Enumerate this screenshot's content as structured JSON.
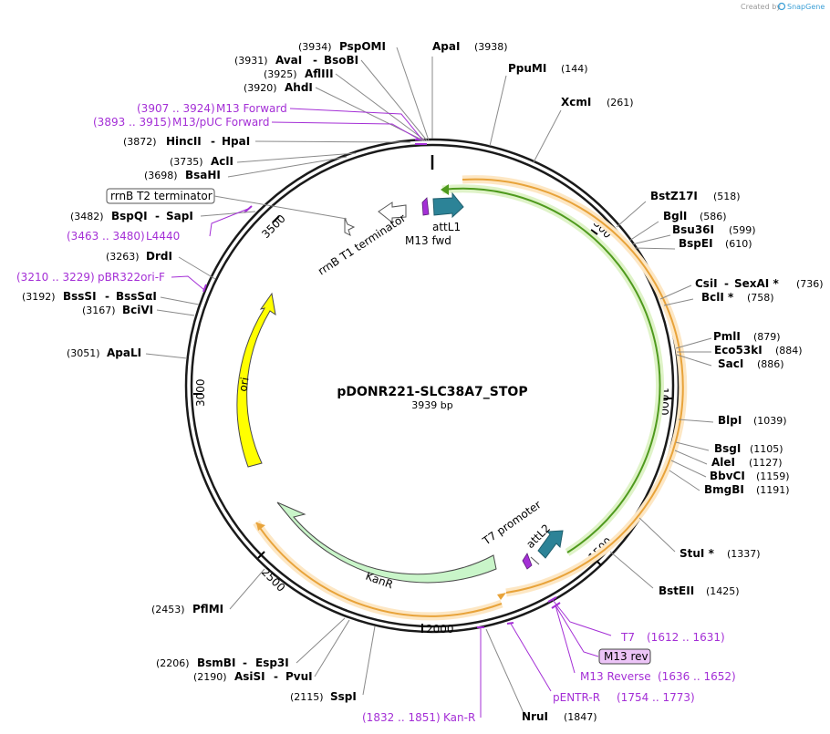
{
  "credit": {
    "prefix": "Created by",
    "brand": "SnapGene"
  },
  "plasmid": {
    "name": "pDONR221-SLC38A7_STOP",
    "length": "3939 bp"
  },
  "ticks": [
    "500",
    "1000",
    "1500",
    "2000",
    "2500",
    "3000",
    "3500"
  ],
  "sites": [
    {
      "name": "ApaI",
      "pos": "(3938)"
    },
    {
      "name": "PpuMI",
      "pos": "(144)"
    },
    {
      "name": "XcmI",
      "pos": "(261)"
    },
    {
      "name": "BstZ17I",
      "pos": "(518)"
    },
    {
      "name": "BglI",
      "pos": "(586)"
    },
    {
      "name": "Bsu36I",
      "pos": "(599)"
    },
    {
      "name": "BspEI",
      "pos": "(610)"
    },
    {
      "name": "CsiI",
      "name2": "SexAI *",
      "pos": "(736)"
    },
    {
      "name": "BclI *",
      "pos": "(758)"
    },
    {
      "name": "PmlI",
      "pos": "(879)"
    },
    {
      "name": "Eco53kI",
      "pos": "(884)"
    },
    {
      "name": "SacI",
      "pos": "(886)"
    },
    {
      "name": "BlpI",
      "pos": "(1039)"
    },
    {
      "name": "BsgI",
      "pos": "(1105)"
    },
    {
      "name": "AleI",
      "pos": "(1127)"
    },
    {
      "name": "BbvCI",
      "pos": "(1159)"
    },
    {
      "name": "BmgBI",
      "pos": "(1191)"
    },
    {
      "name": "StuI *",
      "pos": "(1337)"
    },
    {
      "name": "BstEII",
      "pos": "(1425)"
    },
    {
      "name": "NruI",
      "pos": "(1847)"
    },
    {
      "name": "SspI",
      "pos": "(2115)"
    },
    {
      "name": "AsiSI",
      "name2": "PvuI",
      "pos": "(2190)"
    },
    {
      "name": "BsmBI",
      "name2": "Esp3I",
      "pos": "(2206)"
    },
    {
      "name": "PflMI",
      "pos": "(2453)"
    },
    {
      "name": "ApaLI",
      "pos": "(3051)"
    },
    {
      "name": "BciVI",
      "pos": "(3167)"
    },
    {
      "name": "BssSI",
      "name2": "BssSαI",
      "pos": "(3192)"
    },
    {
      "name": "DrdI",
      "pos": "(3263)"
    },
    {
      "name": "BspQI",
      "name2": "SapI",
      "pos": "(3482)"
    },
    {
      "name": "BsaHI",
      "pos": "(3698)"
    },
    {
      "name": "AclI",
      "pos": "(3735)"
    },
    {
      "name": "HincII",
      "name2": "HpaI",
      "pos": "(3872)"
    },
    {
      "name": "AhdI",
      "pos": "(3920)"
    },
    {
      "name": "AflIII",
      "pos": "(3925)"
    },
    {
      "name": "AvaI",
      "name2": "BsoBI",
      "pos": "(3931)"
    },
    {
      "name": "PspOMI",
      "pos": "(3934)"
    }
  ],
  "primers": [
    {
      "name": "M13 Forward",
      "range": "(3907 .. 3924)"
    },
    {
      "name": "M13/pUC Forward",
      "range": "(3893 .. 3915)"
    },
    {
      "name": "L4440",
      "range": "(3463 .. 3480)"
    },
    {
      "name": "pBR322ori-F",
      "range": "(3210 .. 3229)"
    },
    {
      "name": "T7",
      "range": "(1612 .. 1631)"
    },
    {
      "name": "M13 rev",
      "range": ""
    },
    {
      "name": "M13 Reverse",
      "range": "(1636 .. 1652)"
    },
    {
      "name": "pENTR-R",
      "range": "(1754 .. 1773)"
    },
    {
      "name": "Kan-R",
      "range": "(1832 .. 1851)"
    }
  ],
  "features": {
    "rrnB_T2": "rrnB T2 terminator",
    "rrnB_T1": "rrnB T1 terminator",
    "m13_fwd": "M13 fwd",
    "attL1": "attL1",
    "attL2": "attL2",
    "t7_promoter": "T7 promoter",
    "kanR": "KanR",
    "ori": "ori"
  },
  "colors": {
    "backbone": "#1a1a1a",
    "insert_orange": "#e8a33a",
    "insert_green": "#4f9a1e",
    "att_teal": "#2c8397",
    "kanR_fill": "#c9f5c9",
    "ori_fill": "#ffff00",
    "primer_purple": "#a42fd6",
    "terminator_fill": "#ffffff"
  }
}
